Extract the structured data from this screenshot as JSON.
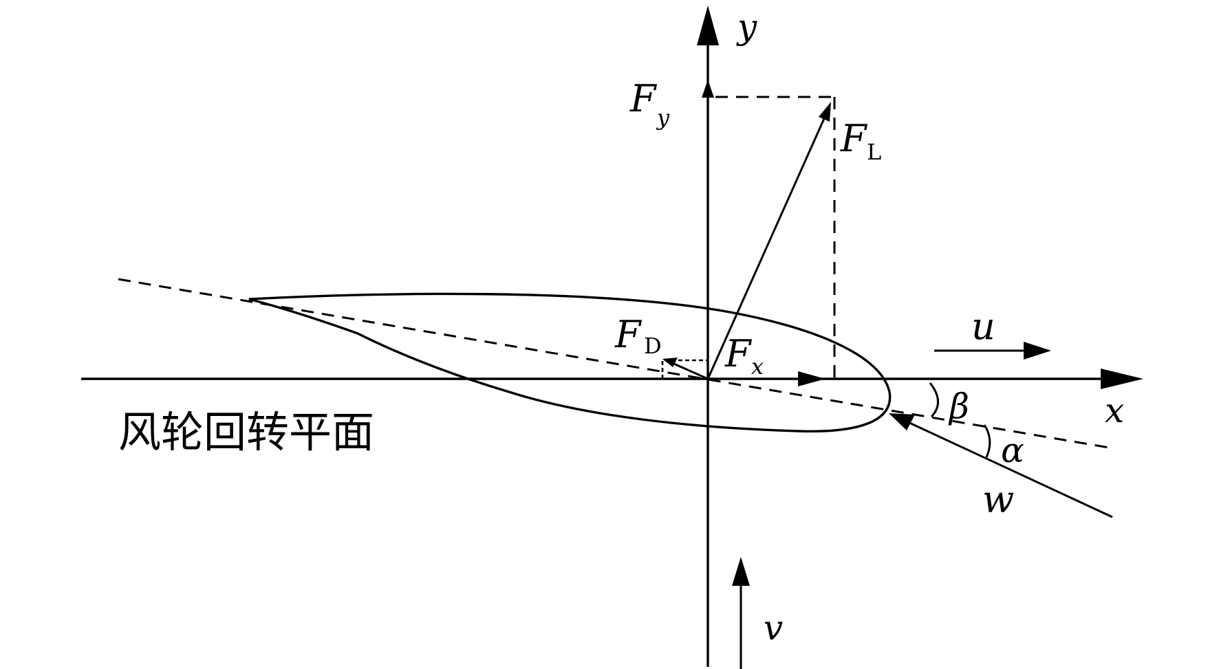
{
  "labels": {
    "y_axis": "y",
    "x_axis": "x",
    "Fy": "F",
    "Fy_sub": "y",
    "FL": "F",
    "FL_sub": "L",
    "FD": "F",
    "FD_sub": "D",
    "Fx": "F",
    "Fx_sub": "x",
    "u": "u",
    "beta": "β",
    "alpha": "α",
    "w": "w",
    "v": "v",
    "plane": "风轮回转平面"
  }
}
